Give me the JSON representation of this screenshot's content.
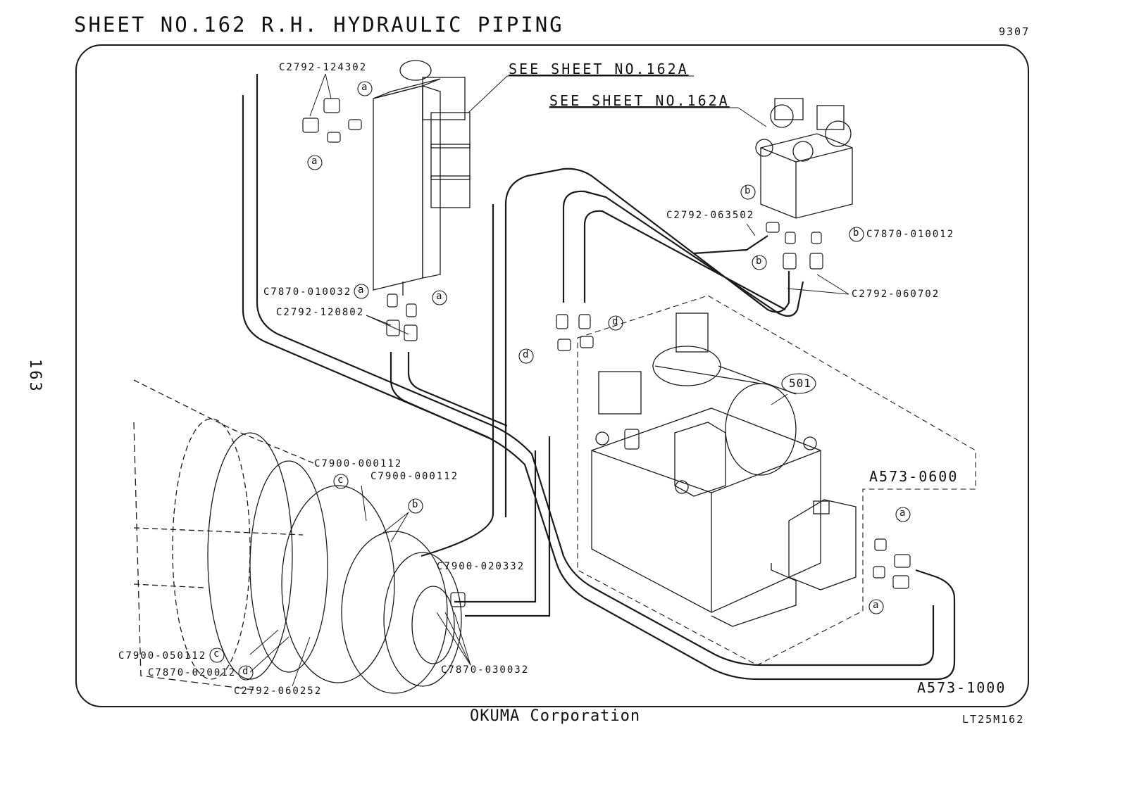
{
  "sheet": {
    "title": "SHEET NO.162  R.H. HYDRAULIC PIPING",
    "doc_number": "9307",
    "page_number": "163",
    "company": "OKUMA Corporation",
    "drawing_code": "LT25M162"
  },
  "references": {
    "see_sheet_1": "SEE SHEET NO.162A",
    "see_sheet_2": "SEE SHEET NO.162A",
    "unit_number": "501",
    "assembly_1": "A573-0600",
    "assembly_2": "A573-1000"
  },
  "part_labels": {
    "p1": "C2792-124302",
    "p2": "C2792-063502",
    "p3": "C7870-010012",
    "p4": "C2792-060702",
    "p5": "C7870-010032",
    "p6": "C2792-120802",
    "p7": "C7900-000112",
    "p8": "C7900-000112",
    "p9": "C7900-020332",
    "p10": "C7900-050112",
    "p11": "C7870-020012",
    "p12": "C2792-060252",
    "p13": "C7870-030032"
  },
  "callouts": {
    "a": "a",
    "b": "b",
    "c": "c",
    "d": "d"
  }
}
